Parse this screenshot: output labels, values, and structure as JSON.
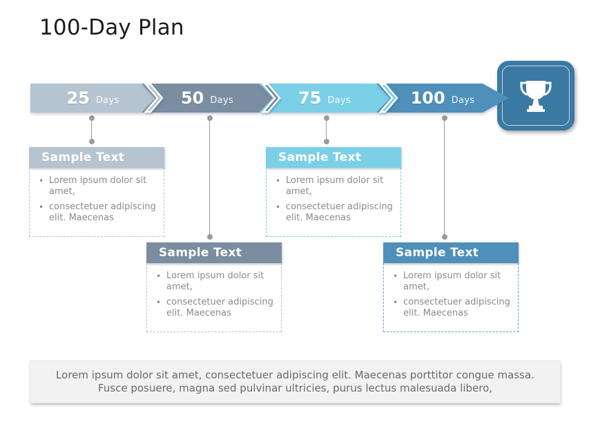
{
  "title": "100-Day Plan",
  "palette": {
    "seg1": "#b6c3d1",
    "seg2": "#7b8da0",
    "seg3": "#7bd0e8",
    "seg4": "#4e90ba",
    "trophy": "#3a7aa2",
    "connector": "#9b9b9b",
    "title": "#1b1b1b",
    "boxtext": "#8a8a8a",
    "dashgray": "#b9bcbf",
    "dash3": "#6fc8e3",
    "dash4": "#5b9cc4",
    "footerbg": "#f2f2f2",
    "footertext": "#696969"
  },
  "icons": {
    "milestone_end": "trophy-icon"
  },
  "milestones": [
    {
      "value": "25",
      "unit": "Days"
    },
    {
      "value": "50",
      "unit": "Days"
    },
    {
      "value": "75",
      "unit": "Days"
    },
    {
      "value": "100",
      "unit": "Days"
    }
  ],
  "boxes": [
    {
      "header": "Sample Text",
      "bullets": [
        "Lorem ipsum dolor sit amet,",
        "consectetuer adipiscing elit.  Maecenas"
      ]
    },
    {
      "header": "Sample Text",
      "bullets": [
        "Lorem ipsum dolor sit amet,",
        "consectetuer adipiscing elit.  Maecenas"
      ]
    },
    {
      "header": "Sample Text",
      "bullets": [
        "Lorem ipsum dolor sit amet,",
        "consectetuer adipiscing elit.  Maecenas"
      ]
    },
    {
      "header": "Sample Text",
      "bullets": [
        "Lorem ipsum dolor sit amet,",
        "consectetuer adipiscing elit.  Maecenas"
      ]
    }
  ],
  "footer": {
    "text": "Lorem ipsum dolor sit amet, consectetuer adipiscing elit. Maecenas porttitor congue massa. Fusce posuere, magna sed pulvinar ultricies, purus lectus malesuada libero,"
  }
}
